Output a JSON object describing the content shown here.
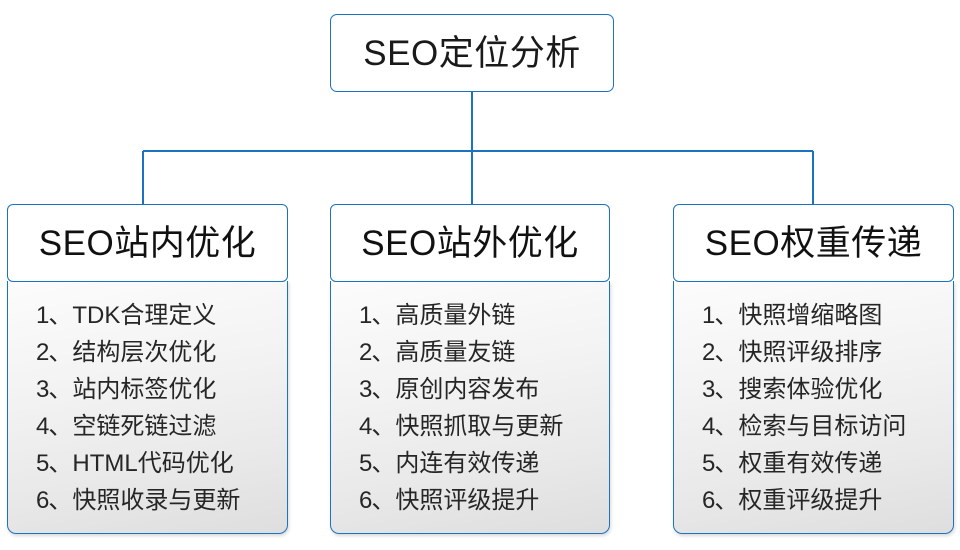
{
  "diagram": {
    "type": "org-tree",
    "accent_color": "#1a72c0",
    "text_color": "#1a1a1a",
    "panel_gradient_top": "#fcfcfc",
    "panel_gradient_bottom": "#dedede",
    "background": "#ffffff",
    "root": {
      "title": "SEO定位分析"
    },
    "branches": [
      {
        "title": "SEO站内优化",
        "items": [
          {
            "index": "1、",
            "text": "TDK合理定义"
          },
          {
            "index": "2、",
            "text": "结构层次优化"
          },
          {
            "index": "3、",
            "text": "站内标签优化"
          },
          {
            "index": "4、",
            "text": "空链死链过滤"
          },
          {
            "index": "5、",
            "text": "HTML代码优化"
          },
          {
            "index": "6、",
            "text": "快照收录与更新"
          }
        ]
      },
      {
        "title": "SEO站外优化",
        "items": [
          {
            "index": "1、",
            "text": "高质量外链"
          },
          {
            "index": "2、",
            "text": "高质量友链"
          },
          {
            "index": "3、",
            "text": "原创内容发布"
          },
          {
            "index": "4、",
            "text": "快照抓取与更新"
          },
          {
            "index": "5、",
            "text": "内连有效传递"
          },
          {
            "index": "6、",
            "text": "快照评级提升"
          }
        ]
      },
      {
        "title": "SEO权重传递",
        "items": [
          {
            "index": "1、",
            "text": "快照增缩略图"
          },
          {
            "index": "2、",
            "text": "快照评级排序"
          },
          {
            "index": "3、",
            "text": "搜索体验优化"
          },
          {
            "index": "4、",
            "text": "检索与目标访问"
          },
          {
            "index": "5、",
            "text": "权重有效传递"
          },
          {
            "index": "6、",
            "text": "权重评级提升"
          }
        ]
      }
    ]
  }
}
